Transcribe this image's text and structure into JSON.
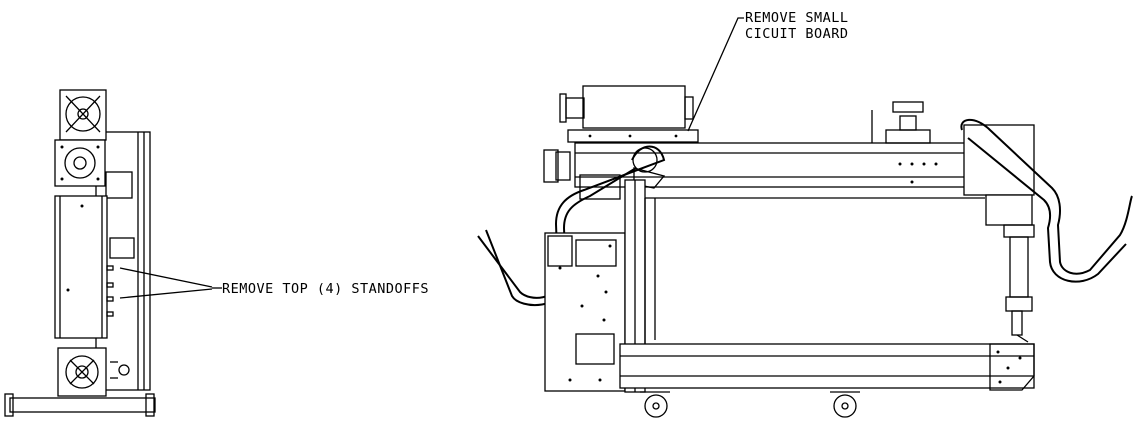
{
  "callouts": {
    "circuit_board_line1": "REMOVE SMALL",
    "circuit_board_line2": "CICUIT BOARD",
    "standoffs": "REMOVE TOP (4) STANDOFFS"
  },
  "colors": {
    "line": "#000000",
    "background": "#ffffff"
  }
}
